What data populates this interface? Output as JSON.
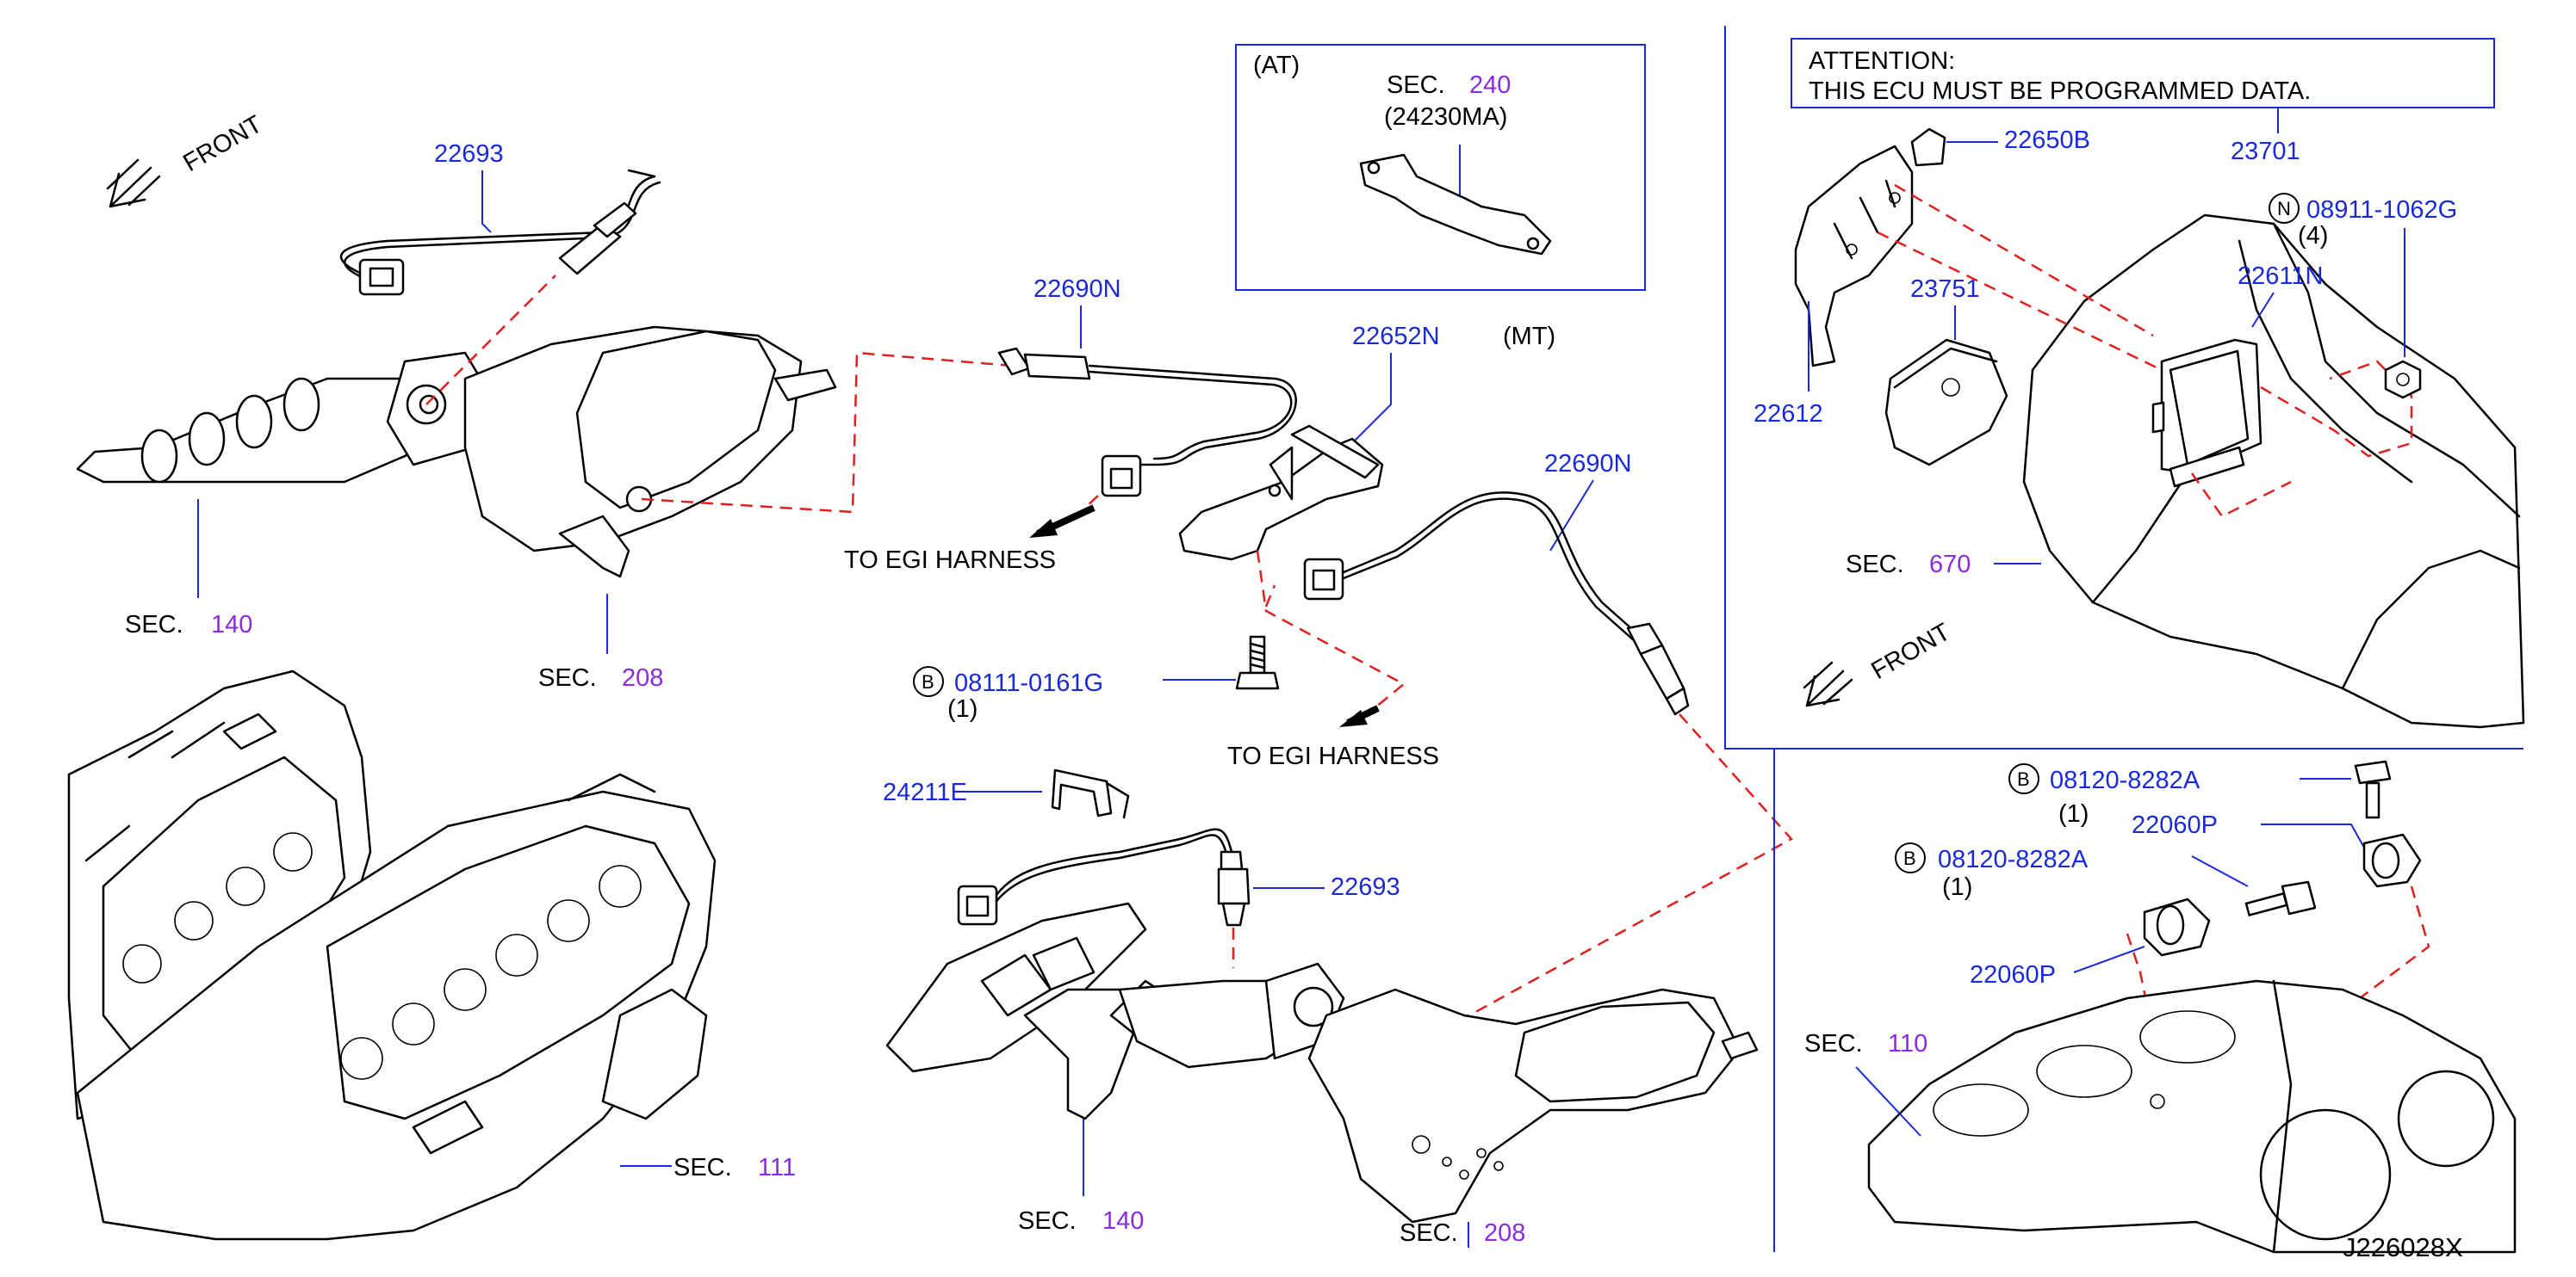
{
  "labels": {
    "front_top_left": "FRONT",
    "front_ecu": "FRONT",
    "at_label": "(AT)",
    "sec_word": "SEC.",
    "sec_240_num": "240",
    "part_24230MA": "(24230MA)",
    "mt_label": "(MT)",
    "attention_line1": "ATTENTION:",
    "attention_line2": "THIS   ECU   MUST   BE   PROGRAMMED   DATA.",
    "to_egi_harness_1": "TO   EGI   HARNESS",
    "to_egi_harness_2": "TO   EGI   HARNESS",
    "diagram_id": "J226028X"
  },
  "part_numbers": {
    "p22693_top": "22693",
    "p22690N_a": "22690N",
    "p22652N": "22652N",
    "p22690N_b": "22690N",
    "p08111": "08111-0161G",
    "p08111_qty": "(1)",
    "p24211E": "24211E",
    "p22693_bottom": "22693",
    "p22650B": "22650B",
    "p23701": "23701",
    "p08911": "08911-1062G",
    "p08911_qty": "(4)",
    "p22611N": "22611N",
    "p23751": "23751",
    "p22612": "22612",
    "p08120_a": "08120-8282A",
    "p08120_a_qty": "(1)",
    "p22060P_a": "22060P",
    "p08120_b": "08120-8282A",
    "p08120_b_qty": "(1)",
    "p22060P_b": "22060P"
  },
  "section_refs": {
    "sec140_top": "140",
    "sec208_top": "208",
    "sec670": "670",
    "sec111": "111",
    "sec140_bottom": "140",
    "sec208_bottom": "208",
    "sec110": "110"
  },
  "circle_letters": {
    "b1": "B",
    "n1": "N",
    "b2": "B",
    "b3": "B"
  },
  "colors": {
    "part_number": "#1a2ad8",
    "section_ref": "#8a2be2",
    "dashed_connector": "#e02020",
    "frame": "#1a2ad8"
  }
}
